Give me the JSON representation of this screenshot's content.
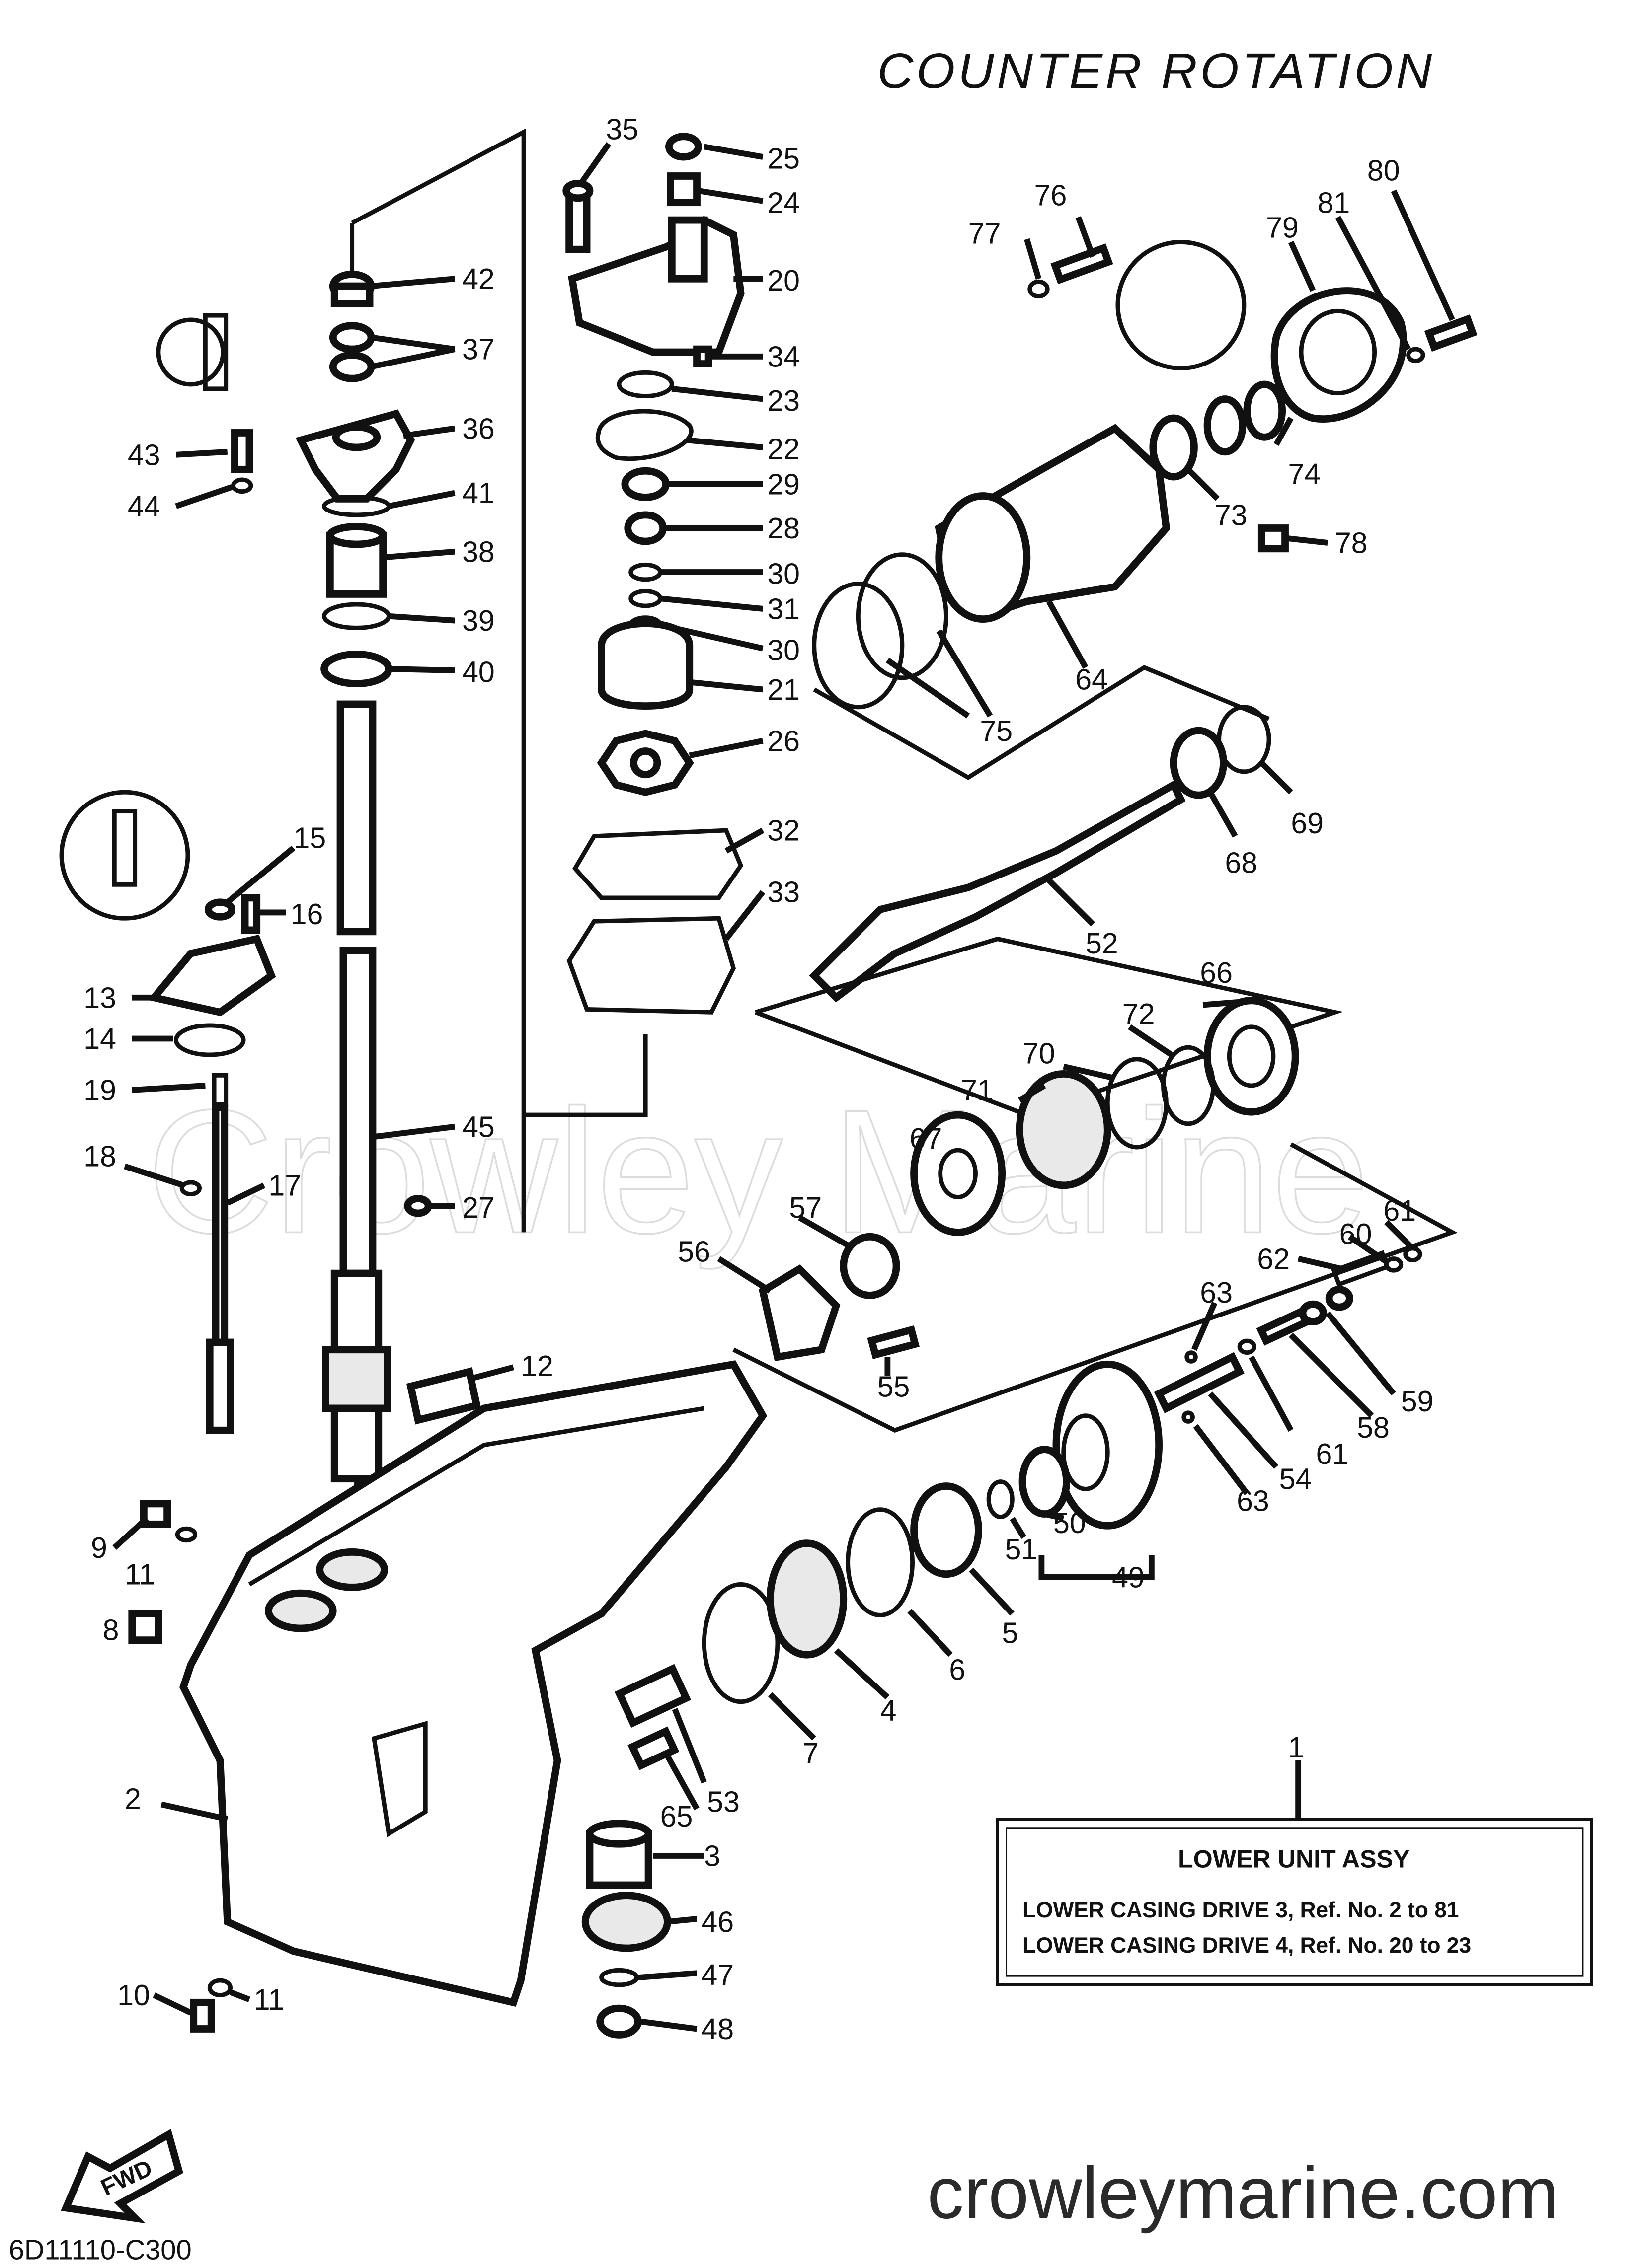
{
  "title": "COUNTER ROTATION",
  "diagram_code": "6D11110-C300",
  "watermark_diagonal": "Crowley Marine",
  "watermark_site": "crowleymarine.com",
  "fwd_label": "FWD",
  "assembly_box": {
    "ref": "1",
    "title": "LOWER UNIT ASSY",
    "line1": "LOWER CASING DRIVE 3,  Ref. No. 2 to 81",
    "line2": "LOWER CASING DRIVE 4,  Ref. No. 20 to 23"
  },
  "callouts": {
    "c35": "35",
    "c25": "25",
    "c24": "24",
    "c20": "20",
    "c34": "34",
    "c23": "23",
    "c22": "22",
    "c29": "29",
    "c28": "28",
    "c30a": "30",
    "c31": "31",
    "c30b": "30",
    "c21": "21",
    "c26": "26",
    "c32": "32",
    "c33": "33",
    "c42": "42",
    "c37": "37",
    "c36": "36",
    "c43": "43",
    "c44": "44",
    "c41": "41",
    "c38": "38",
    "c39": "39",
    "c40": "40",
    "c45": "45",
    "c27": "27",
    "c15": "15",
    "c16": "16",
    "c13": "13",
    "c14": "14",
    "c19": "19",
    "c18": "18",
    "c17": "17",
    "c12": "12",
    "c9": "9",
    "c11a": "11",
    "c8": "8",
    "c2": "2",
    "c10": "10",
    "c11b": "11",
    "c77": "77",
    "c76": "76",
    "c79": "79",
    "c81": "81",
    "c80": "80",
    "c74": "74",
    "c73": "73",
    "c78": "78",
    "c64": "64",
    "c75": "75",
    "c69": "69",
    "c68": "68",
    "c52": "52",
    "c66": "66",
    "c72": "72",
    "c70": "70",
    "c71": "71",
    "c67": "67",
    "c57": "57",
    "c56": "56",
    "c55": "55",
    "c61a": "61",
    "c60": "60",
    "c62": "62",
    "c63a": "63",
    "c59": "59",
    "c58": "58",
    "c61b": "61",
    "c54": "54",
    "c63b": "63",
    "c51": "51",
    "c50": "50",
    "c49": "49",
    "c5": "5",
    "c6": "6",
    "c4": "4",
    "c7": "7",
    "c53": "53",
    "c65": "65",
    "c3": "3",
    "c46": "46",
    "c47": "47",
    "c48": "48"
  }
}
